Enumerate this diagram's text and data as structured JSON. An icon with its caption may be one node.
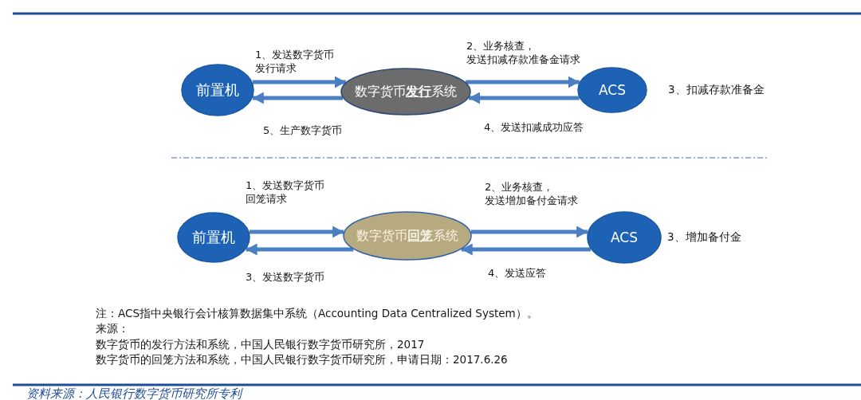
{
  "diagram": {
    "caption": "资料来源：人民银行数字货币研究所专利",
    "nodes": [
      {
        "text": [
          "前置机"
        ]
      },
      {
        "text": [
          "数字货币**发行**系统"
        ]
      },
      {
        "text": [
          "ACS"
        ],
        "beside": [
          "3、扣减存款准备金"
        ]
      },
      {
        "text": [
          "前置机"
        ]
      },
      {
        "text": [
          "数字货币**回笼**系统"
        ]
      },
      {
        "text": [
          "ACS"
        ],
        "beside": [
          "3、增加备付金"
        ]
      }
    ],
    "edges": [
      {
        "from": 0,
        "to": 1,
        "arrow": "to",
        "label": "1、发送数字货币发行请求"
      },
      {
        "from": 1,
        "to": 0,
        "arrow": "to",
        "label": "5、生产数字货币"
      },
      {
        "from": 1,
        "to": 2,
        "arrow": "to",
        "label": "2、业务核查，发送扣减存款准备金请求"
      },
      {
        "from": 2,
        "to": 1,
        "arrow": "to",
        "label": "4、发送扣减成功应答"
      },
      {
        "from": 3,
        "to": 4,
        "arrow": "to",
        "label": "1、发送数字货币回笼请求"
      },
      {
        "from": 4,
        "to": 3,
        "arrow": "to",
        "label": "3、发送数字货币"
      },
      {
        "from": 4,
        "to": 5,
        "arrow": "to",
        "label": "2、业务核查，发送增加备付金请求"
      },
      {
        "from": 5,
        "to": 4,
        "arrow": "to",
        "label": "4、发送应答"
      }
    ],
    "labels": [
      "注：ACS指中央银行会计核算数据集中系统（Accounting Data Centralized System）。",
      "来源：",
      "数字货币的发行方法和系统，中国人民银行数字货币研究所，2017",
      "数字货币的回笼方法和系统，中国人民银行数字货币研究所，申请日期：2017.6.26"
    ]
  }
}
